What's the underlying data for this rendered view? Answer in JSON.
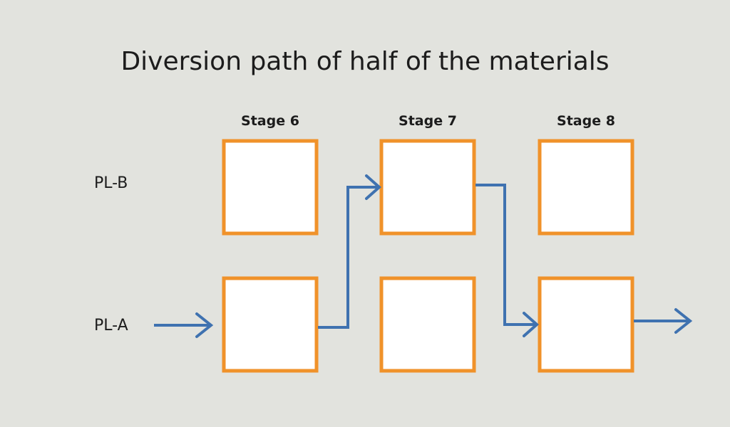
{
  "title": "Diversion path of half of the materials",
  "stages": [
    {
      "id": "stage-6",
      "label": "Stage 6"
    },
    {
      "id": "stage-7",
      "label": "Stage 7"
    },
    {
      "id": "stage-8",
      "label": "Stage 8"
    }
  ],
  "rows": [
    {
      "id": "pl-b",
      "label": "PL-B"
    },
    {
      "id": "pl-a",
      "label": "PL-A"
    }
  ],
  "flow_path": [
    {
      "from": "input",
      "to": "pl-a-stage-6"
    },
    {
      "from": "pl-a-stage-6",
      "to": "pl-b-stage-7"
    },
    {
      "from": "pl-b-stage-7",
      "to": "pl-a-stage-8"
    },
    {
      "from": "pl-a-stage-8",
      "to": "output"
    }
  ],
  "colors": {
    "background": "#e2e3de",
    "box_border": "#f0922a",
    "box_fill": "#ffffff",
    "arrow": "#3f72b0",
    "text": "#1c1c1c"
  }
}
